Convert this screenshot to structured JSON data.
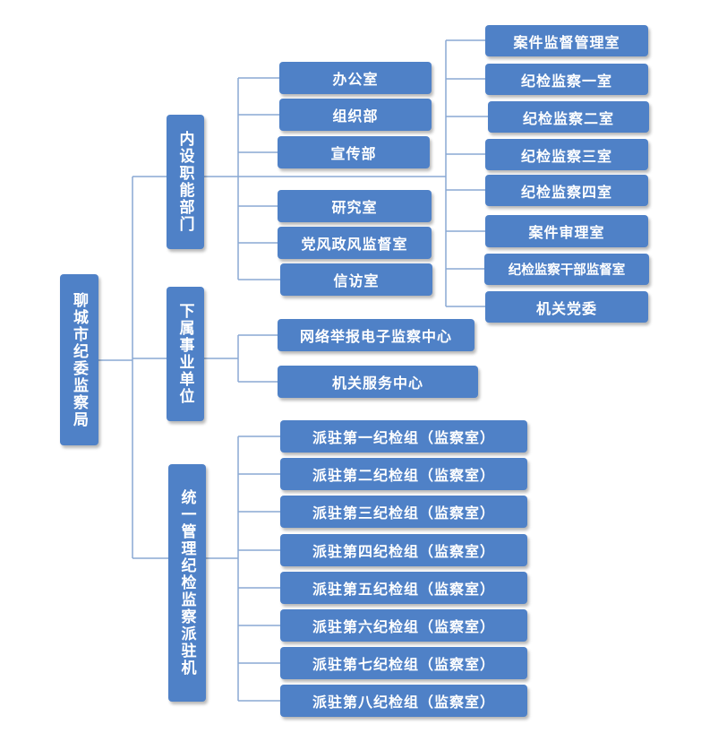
{
  "root": {
    "label": "聊城市纪委监察局"
  },
  "groups": [
    {
      "label": "内设职能部门"
    },
    {
      "label": "下属事业单位"
    },
    {
      "label": "统一管理纪检监察派驻机"
    }
  ],
  "internal_departments": [
    "办公室",
    "组织部",
    "宣传部",
    "研究室",
    "党风政风监督室",
    "信访室"
  ],
  "supervision_offices": [
    "案件监督管理室",
    "纪检监察一室",
    "纪检监察二室",
    "纪检监察三室",
    "纪检监察四室",
    "案件审理室",
    "纪检监察干部监督室",
    "机关党委"
  ],
  "public_institutions": [
    "网络举报电子监察中心",
    "机关服务中心"
  ],
  "dispatched_groups": [
    "派驻第一纪检组（监察室）",
    "派驻第二纪检组（监察室）",
    "派驻第三纪检组（监察室）",
    "派驻第四纪检组（监察室）",
    "派驻第五纪检组（监察室）",
    "派驻第六纪检组（监察室）",
    "派驻第七纪检组（监察室）",
    "派驻第八纪检组（监察室）"
  ]
}
